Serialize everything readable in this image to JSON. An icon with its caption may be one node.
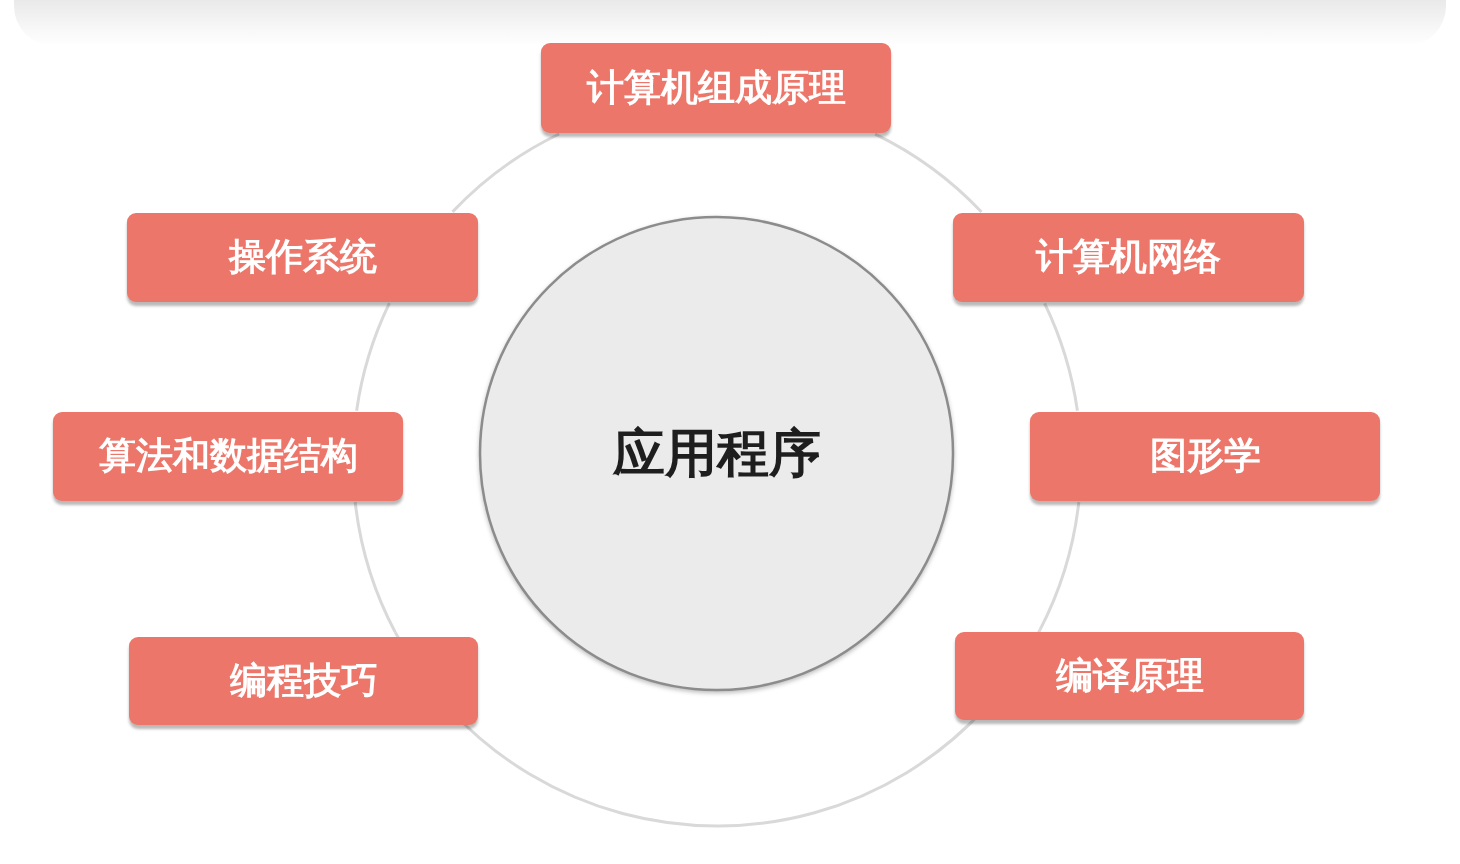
{
  "diagram": {
    "nodes": [
      {
        "text": [
          "计算机组成原理"
        ]
      },
      {
        "text": [
          "操作系统"
        ]
      },
      {
        "text": [
          "计算机网络"
        ]
      },
      {
        "text": [
          "算法和数据结构"
        ]
      },
      {
        "text": [
          "应用程序"
        ]
      },
      {
        "text": [
          "图形学"
        ]
      },
      {
        "text": [
          "编程技巧"
        ]
      },
      {
        "text": [
          "编译原理"
        ]
      }
    ],
    "edges": [
      {
        "from": 0,
        "to": 2,
        "arrow": "none"
      },
      {
        "from": 2,
        "to": 5,
        "arrow": "none"
      },
      {
        "from": 5,
        "to": 7,
        "arrow": "none"
      },
      {
        "from": 7,
        "to": 6,
        "arrow": "none"
      },
      {
        "from": 6,
        "to": 3,
        "arrow": "none"
      },
      {
        "from": 3,
        "to": 1,
        "arrow": "none"
      },
      {
        "from": 1,
        "to": 0,
        "arrow": "none"
      }
    ]
  }
}
